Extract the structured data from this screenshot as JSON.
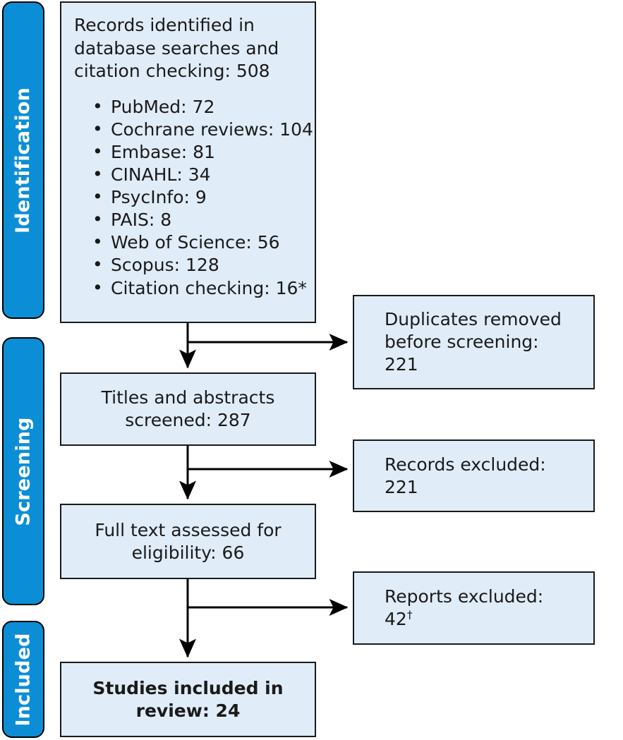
{
  "diagram": {
    "type": "prisma-flow-diagram",
    "colors": {
      "stage_pill_fill": "#0c8ed6",
      "stage_pill_text": "#ffffff",
      "box_fill": "#e0ecf8",
      "box_border": "#1a1a1a",
      "connector": "#000000",
      "page_background": "#ffffff"
    }
  },
  "stages": [
    {
      "id": "identification",
      "label": "Identification"
    },
    {
      "id": "screening",
      "label": "Screening"
    },
    {
      "id": "included",
      "label": "Included"
    }
  ],
  "identification": {
    "headline": "Records identified in database searches and citation checking: 508",
    "total": 508,
    "sources": [
      {
        "name": "PubMed",
        "count": 72,
        "text": "PubMed: 72"
      },
      {
        "name": "Cochrane reviews",
        "count": 104,
        "text": "Cochrane reviews: 104"
      },
      {
        "name": "Embase",
        "count": 81,
        "text": "Embase: 81"
      },
      {
        "name": "CINAHL",
        "count": 34,
        "text": "CINAHL: 34"
      },
      {
        "name": "PsycInfo",
        "count": 9,
        "text": "PsycInfo: 9"
      },
      {
        "name": "PAIS",
        "count": 8,
        "text": "PAIS: 8"
      },
      {
        "name": "Web of Science",
        "count": 56,
        "text": "Web of Science: 56"
      },
      {
        "name": "Scopus",
        "count": 128,
        "text": "Scopus: 128"
      },
      {
        "name": "Citation checking",
        "count": 16,
        "text": "Citation checking: 16*"
      }
    ]
  },
  "screening": {
    "titles_abstracts": {
      "label": "Titles and abstracts screened: 287",
      "count": 287
    },
    "full_text": {
      "label": "Full text assessed for eligibility: 66",
      "count": 66
    }
  },
  "included": {
    "studies": {
      "label": "Studies included in review: 24",
      "count": 24
    }
  },
  "exclusions": [
    {
      "id": "duplicates-removed",
      "label": "Duplicates removed before screening:",
      "value": "221",
      "marker": ""
    },
    {
      "id": "records-excluded",
      "label": "Records excluded:",
      "value": "221",
      "marker": ""
    },
    {
      "id": "reports-excluded",
      "label": "Reports excluded:",
      "value": "42",
      "marker": "†"
    }
  ]
}
